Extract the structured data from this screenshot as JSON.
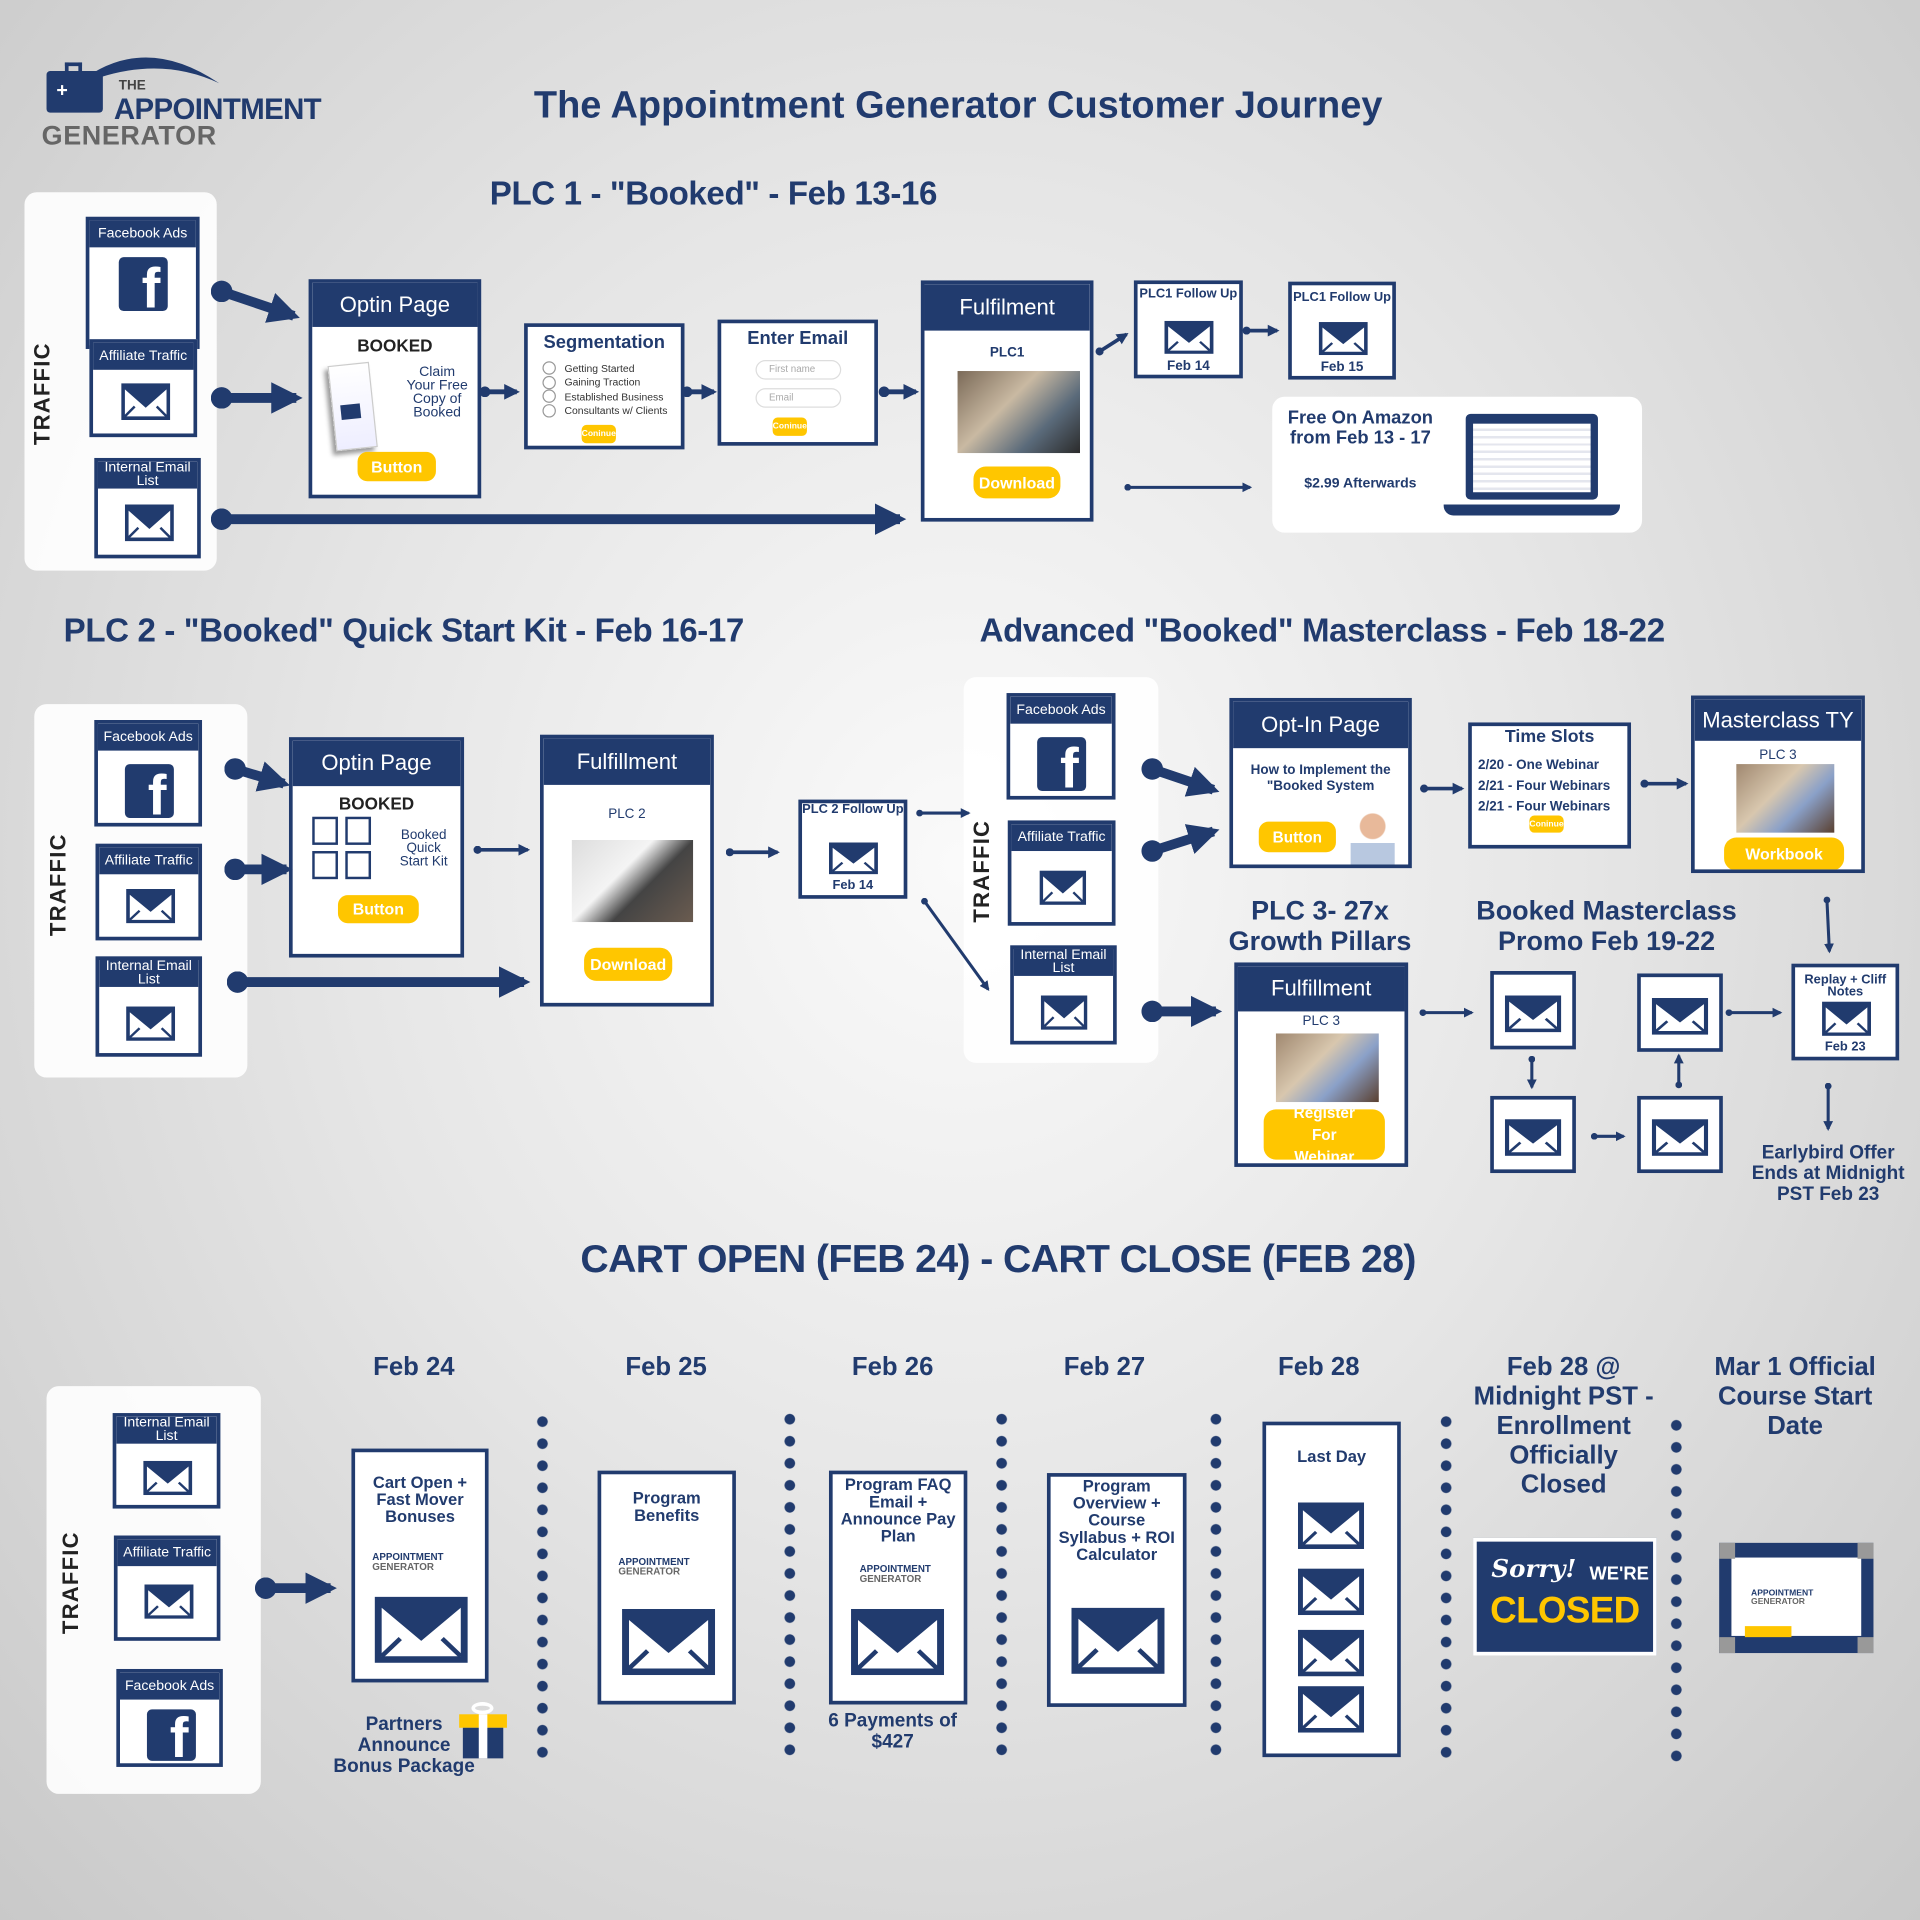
{
  "colors": {
    "navy": "#213b6e",
    "yellow": "#ffc600",
    "background": "#e6e6e6"
  },
  "logo": {
    "the": "THE",
    "appointment": "APPOINTMENT",
    "generator": "GENERATOR"
  },
  "title": "The Appointment Generator Customer Journey",
  "plc1": {
    "title": "PLC 1  - \"Booked\" - Feb 13-16",
    "traffic": {
      "label": "TRAFFIC",
      "facebook": "Facebook Ads",
      "affiliate": "Affiliate Traffic",
      "internal": "Internal Email List"
    },
    "optin": {
      "header": "Optin Page",
      "brand": "BOOKED",
      "claim": "Claim Your Free Copy of Booked",
      "button": "Button"
    },
    "segmentation": {
      "title": "Segmentation",
      "options": [
        "Getting Started",
        "Gaining Traction",
        "Established Business",
        "Consultants w/ Clients"
      ],
      "button": "Coninue"
    },
    "email": {
      "title": "Enter Email",
      "first_name_placeholder": "First name",
      "email_placeholder": "Email",
      "button": "Coninue"
    },
    "fulfilment": {
      "header": "Fulfilment",
      "label": "PLC1",
      "button": "Download"
    },
    "followups": [
      {
        "title": "PLC1 Follow Up",
        "date": "Feb 14"
      },
      {
        "title": "PLC1 Follow Up",
        "date": "Feb 15"
      }
    ],
    "amazon": {
      "text": "Free On Amazon from Feb 13 - 17",
      "price": "$2.99 Afterwards"
    }
  },
  "plc2": {
    "title": "PLC 2 - \"Booked\" Quick Start Kit - Feb 16-17",
    "traffic": {
      "label": "TRAFFIC",
      "facebook": "Facebook Ads",
      "affiliate": "Affiliate Traffic",
      "internal": "Internal Email List"
    },
    "optin": {
      "header": "Optin Page",
      "brand": "BOOKED",
      "text": "Booked Quick Start Kit",
      "button": "Button"
    },
    "fulfillment": {
      "header": "Fulfillment",
      "label": "PLC 2",
      "button": "Download"
    },
    "followup": {
      "title": "PLC 2 Follow Up",
      "date": "Feb 14"
    }
  },
  "masterclass": {
    "title": "Advanced \"Booked\" Masterclass - Feb 18-22",
    "traffic": {
      "label": "TRAFFIC",
      "facebook": "Facebook Ads",
      "affiliate": "Affiliate Traffic",
      "internal": "Internal Email List"
    },
    "optin": {
      "header": "Opt-In Page",
      "text": "How to Implement the \"Booked System",
      "button": "Button"
    },
    "time_slots": {
      "title": "Time Slots",
      "slots": [
        "2/20 - One Webinar",
        "2/21 - Four Webinars",
        "2/21 - Four Webinars"
      ],
      "button": "Coninue"
    },
    "ty": {
      "header": "Masterclass TY",
      "label": "PLC 3",
      "button": "Workbook"
    },
    "plc3_heading": "PLC 3- 27x Growth Pillars",
    "promo_heading": "Booked Masterclass Promo Feb 19-22",
    "fulfillment": {
      "header": "Fulfillment",
      "label": "PLC 3",
      "button": "Register For Webinar"
    },
    "replay": {
      "title": "Replay + Cliff Notes",
      "date": "Feb 23"
    },
    "earlybird": "Earlybird Offer Ends at Midnight PST Feb 23"
  },
  "cart": {
    "title": "CART OPEN (FEB 24) - CART CLOSE (FEB 28)",
    "traffic": {
      "label": "TRAFFIC",
      "internal": "Internal Email List",
      "affiliate": "Affiliate Traffic",
      "facebook": "Facebook Ads"
    },
    "days": [
      {
        "date": "Feb 24",
        "email": "Cart Open + Fast Mover Bonuses",
        "note": "Partners Announce Bonus Package"
      },
      {
        "date": "Feb 25",
        "email": "Program Benefits"
      },
      {
        "date": "Feb 26",
        "email": "Program FAQ Email + Announce Pay Plan",
        "note": "6 Payments of $427"
      },
      {
        "date": "Feb 27",
        "email": "Program Overview + Course Syllabus + ROI Calculator"
      },
      {
        "date": "Feb 28",
        "email": "Last Day"
      },
      {
        "date": "Feb 28 @ Midnight PST - Enrollment Officially Closed",
        "sign_script": "Sorry!",
        "sign_were": "WE'RE",
        "sign_closed": "CLOSED"
      },
      {
        "date": "Mar 1 Official Course Start Date"
      }
    ]
  }
}
